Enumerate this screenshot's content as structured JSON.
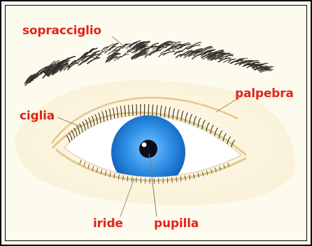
{
  "labels": {
    "eyebrow": "sopracciglio",
    "eyelid": "palpebra",
    "eyelashes": "ciglia",
    "iris": "iride",
    "pupil": "pupilla"
  },
  "colors": {
    "label": "#e2231a",
    "background": "#fdfbee",
    "iris": "#2e8fe6",
    "eyebrow": "#2a2a2a",
    "lid_line": "#e3c98c"
  }
}
